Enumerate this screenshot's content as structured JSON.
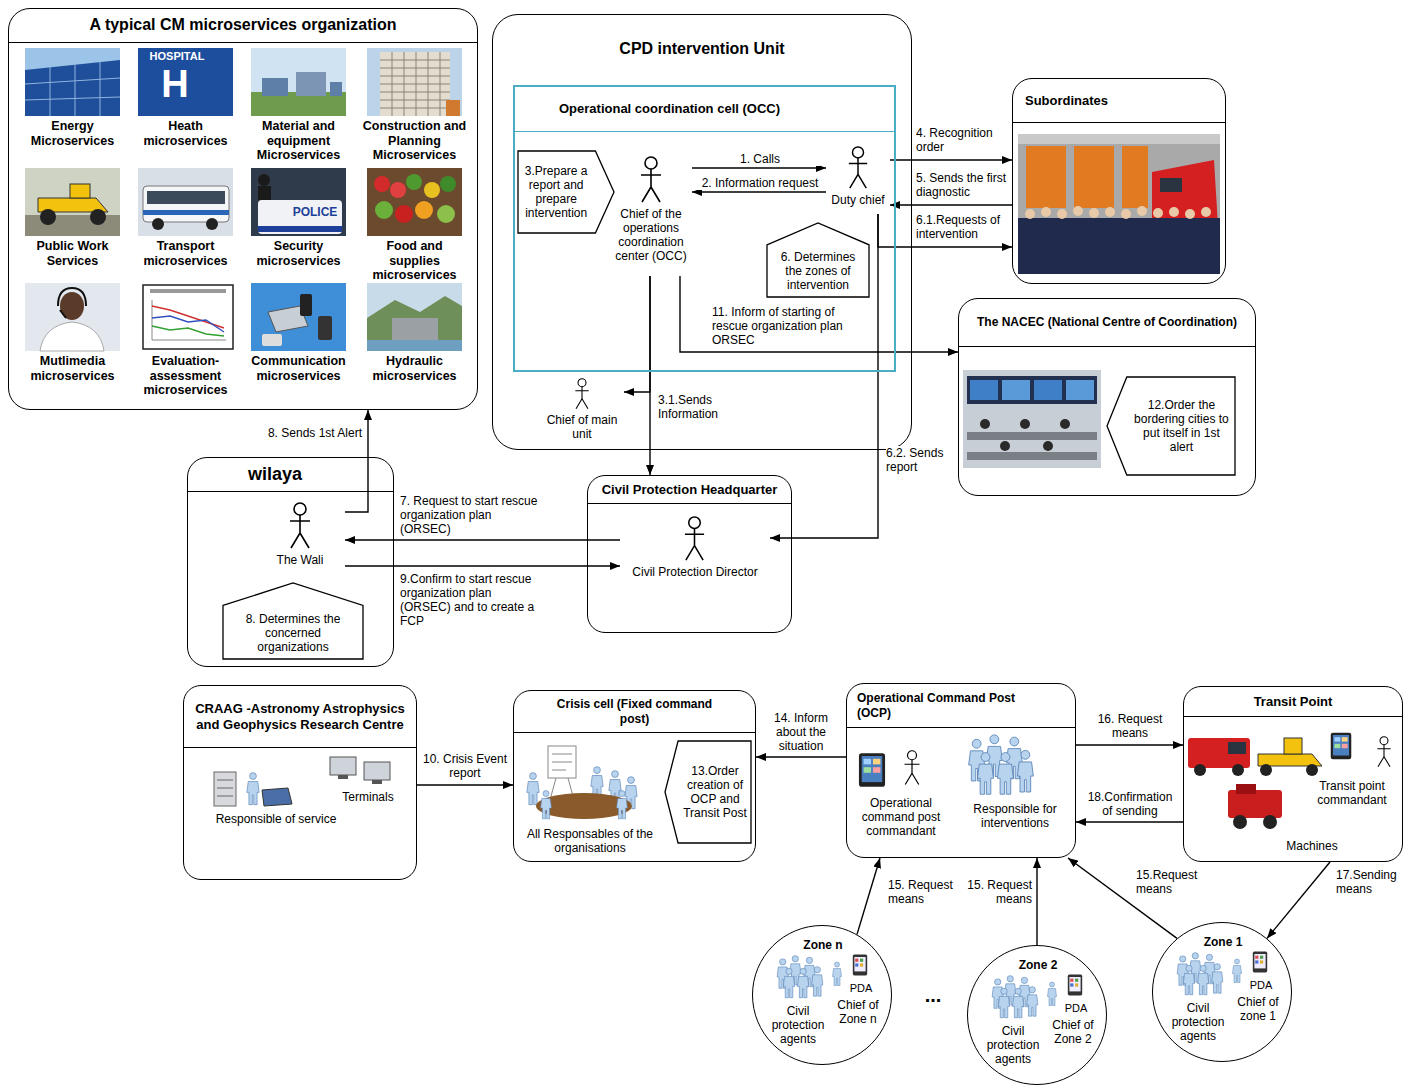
{
  "diagram": {
    "nodes": [
      {
        "text": [
          "A typical CM microservices organization"
        ]
      },
      {
        "text": [
          "Energy Microservices"
        ],
        "in": 0
      },
      {
        "text": [
          "Heath microservices"
        ],
        "in": 0
      },
      {
        "text": [
          "Material and equipment Microservices"
        ],
        "in": 0
      },
      {
        "text": [
          "Construction and Planning Microservices"
        ],
        "in": 0
      },
      {
        "text": [
          "Public Work Services"
        ],
        "in": 0
      },
      {
        "text": [
          "Transport microservices"
        ],
        "in": 0
      },
      {
        "text": [
          "Security microservices"
        ],
        "in": 0
      },
      {
        "text": [
          "Food and supplies microservices"
        ],
        "in": 0
      },
      {
        "text": [
          "Mutlimedia microservices"
        ],
        "in": 0
      },
      {
        "text": [
          "Evaluation-assessment microservices"
        ],
        "in": 0
      },
      {
        "text": [
          "Communication microservices"
        ],
        "in": 0
      },
      {
        "text": [
          "Hydraulic microservices"
        ],
        "in": 0
      },
      {
        "text": [
          "CPD intervention Unit"
        ]
      },
      {
        "text": [
          "Operational coordination cell (OCC)"
        ],
        "in": 13
      },
      {
        "text": [
          "3.Prepare a report and prepare intervention"
        ],
        "in": 14
      },
      {
        "text": [
          "Chief of the operations coordination center (OCC)"
        ],
        "in": 14
      },
      {
        "text": [
          "Duty chief"
        ],
        "in": 14
      },
      {
        "text": [
          "6. Determines the zones of intervention"
        ],
        "in": 14
      },
      {
        "text": [
          "Chief of main unit"
        ],
        "in": 13
      },
      {
        "text": [
          "Subordinates"
        ]
      },
      {
        "text": [
          "The NACEC (National Centre of Coordination)"
        ]
      },
      {
        "text": [
          "12.Order the bordering cities to put itself in 1st alert"
        ],
        "in": 21
      },
      {
        "text": [
          "wilaya"
        ]
      },
      {
        "text": [
          "The Wali"
        ],
        "in": 23
      },
      {
        "text": [
          "8. Determines the concerned organizations"
        ],
        "in": 23
      },
      {
        "text": [
          "Civil Protection Headquarter"
        ]
      },
      {
        "text": [
          "Civil Protection Director"
        ],
        "in": 26
      },
      {
        "text": [
          "CRAAG -Astronomy Astrophysics and Geophysics Research Centre",
          "Terminals",
          "Responsible of service"
        ]
      },
      {
        "text": [
          "Crisis cell (Fixed command post)",
          "All Responsables of the organisations"
        ]
      },
      {
        "text": [
          "13.Order creation of OCP and Transit Post"
        ],
        "in": 29
      },
      {
        "text": [
          "Operational Command Post (OCP)",
          "Operational command post commandant",
          "Responsible for interventions"
        ]
      },
      {
        "text": [
          "Transit Point",
          "Transit point commandant",
          "Machines"
        ]
      },
      {
        "text": [
          "Zone n",
          "Civil protection agents",
          "Chief of Zone n",
          "PDA"
        ]
      },
      {
        "text": [
          "Zone 2",
          "Civil protection agents",
          "Chief of Zone 2",
          "PDA"
        ]
      },
      {
        "text": [
          "Zone 1",
          "Civil protection agents",
          "Chief of zone 1",
          "PDA"
        ]
      }
    ],
    "edges": [
      {
        "from": 16,
        "to": 17,
        "label": "1. Calls",
        "arrow": "to"
      },
      {
        "from": 17,
        "to": 16,
        "label": "2. Information request",
        "arrow": "to"
      },
      {
        "from": 17,
        "to": 20,
        "label": "4. Recognition order",
        "arrow": "to"
      },
      {
        "from": 20,
        "to": 17,
        "label": "5. Sends the first diagnostic",
        "arrow": "to"
      },
      {
        "from": 17,
        "to": 20,
        "label": "6.1.Requests of intervention",
        "arrow": "to"
      },
      {
        "from": 17,
        "to": 27,
        "label": "6.2. Sends report",
        "arrow": "to"
      },
      {
        "from": 16,
        "to": 21,
        "label": "11. Inform of starting of rescue organization plan ORSEC",
        "arrow": "to"
      },
      {
        "from": 16,
        "to": 26,
        "label": "3.1.Sends Information",
        "arrow": "to"
      },
      {
        "from": 16,
        "to": 19,
        "arrow": "to"
      },
      {
        "from": 27,
        "to": 24,
        "label": "7. Request to start rescue organization plan (ORSEC)",
        "arrow": "to"
      },
      {
        "from": 24,
        "to": 27,
        "label": "9.Confirm to start rescue organization plan (ORSEC) and to create a FCP",
        "arrow": "to"
      },
      {
        "from": 24,
        "to": 0,
        "label": "8. Sends 1st Alert",
        "arrow": "to"
      },
      {
        "from": 28,
        "to": 29,
        "label": "10. Crisis Event report",
        "arrow": "to"
      },
      {
        "from": 31,
        "to": 29,
        "label": "14. Inform about the situation",
        "arrow": "to"
      },
      {
        "from": 31,
        "to": 32,
        "label": "16. Request means",
        "arrow": "to"
      },
      {
        "from": 32,
        "to": 31,
        "label": "18.Confirmation of sending",
        "arrow": "to"
      },
      {
        "from": 32,
        "to": 35,
        "label": "17.Sending means",
        "arrow": "to"
      },
      {
        "from": 33,
        "to": 31,
        "label": "15. Request means",
        "arrow": "to"
      },
      {
        "from": 34,
        "to": 31,
        "label": "15. Request means",
        "arrow": "to"
      },
      {
        "from": 35,
        "to": 31,
        "label": "15.Request means",
        "arrow": "to"
      }
    ],
    "labels": [
      "HOSPITAL",
      "H",
      "POLICE",
      "..."
    ]
  }
}
